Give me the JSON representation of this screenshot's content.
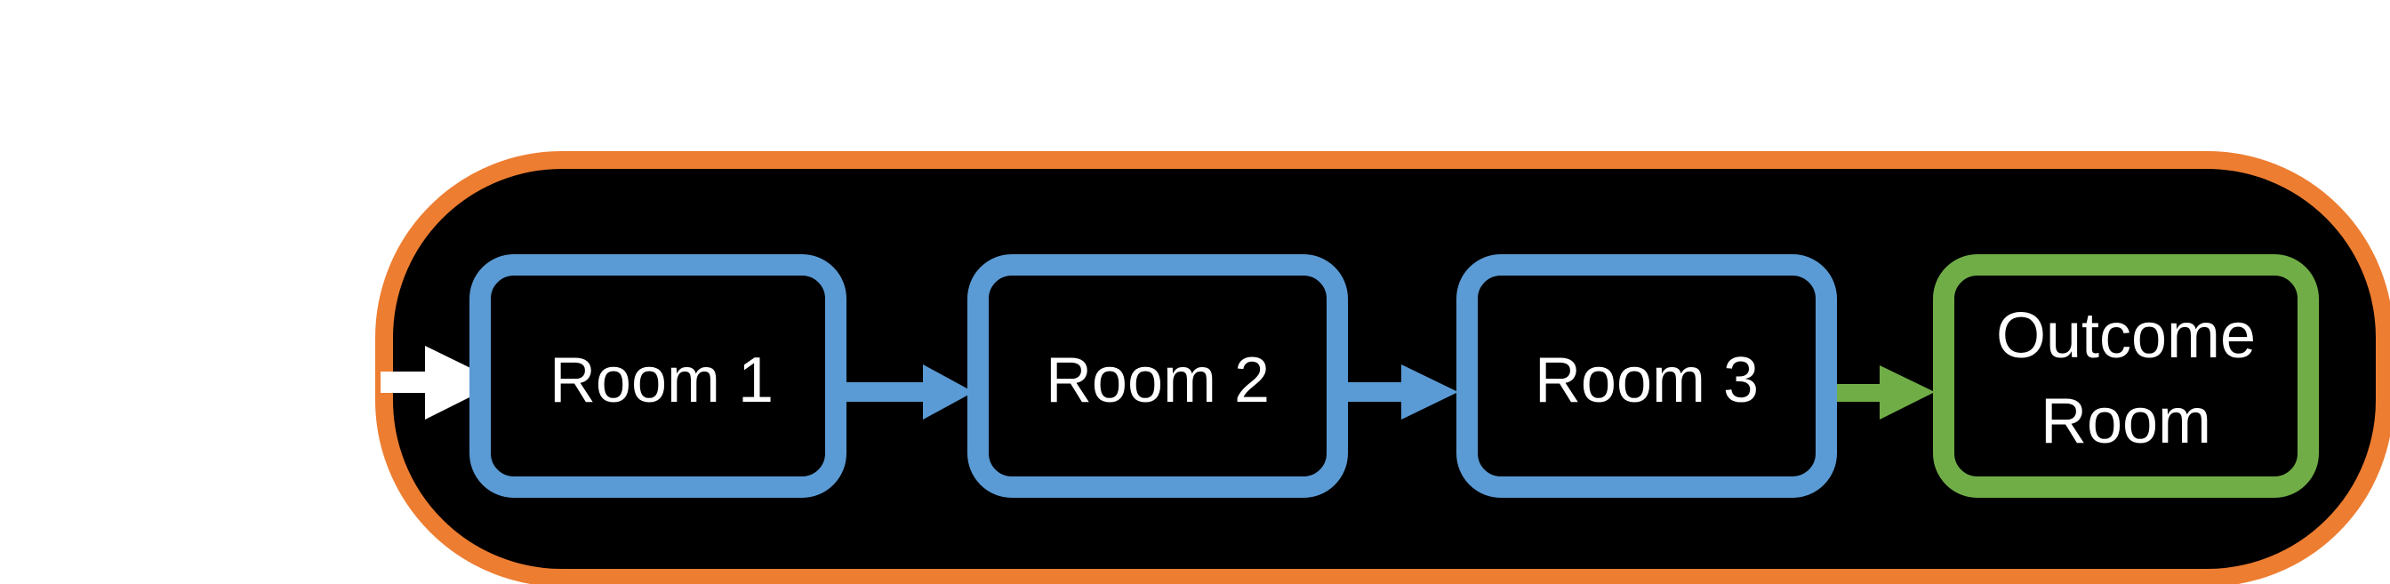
{
  "colors": {
    "background": "#ffffff",
    "container_fill": "#000000",
    "container_border": "#ED7D31",
    "room_border": "#5B9BD5",
    "outcome_border": "#70AD47",
    "entry_arrow": "#ffffff",
    "text": "#ffffff"
  },
  "rooms": [
    {
      "lines": [
        "Room 1"
      ]
    },
    {
      "lines": [
        "Room 2"
      ]
    },
    {
      "lines": [
        "Room 3"
      ]
    },
    {
      "lines": [
        "Outcome",
        "Room"
      ]
    }
  ]
}
